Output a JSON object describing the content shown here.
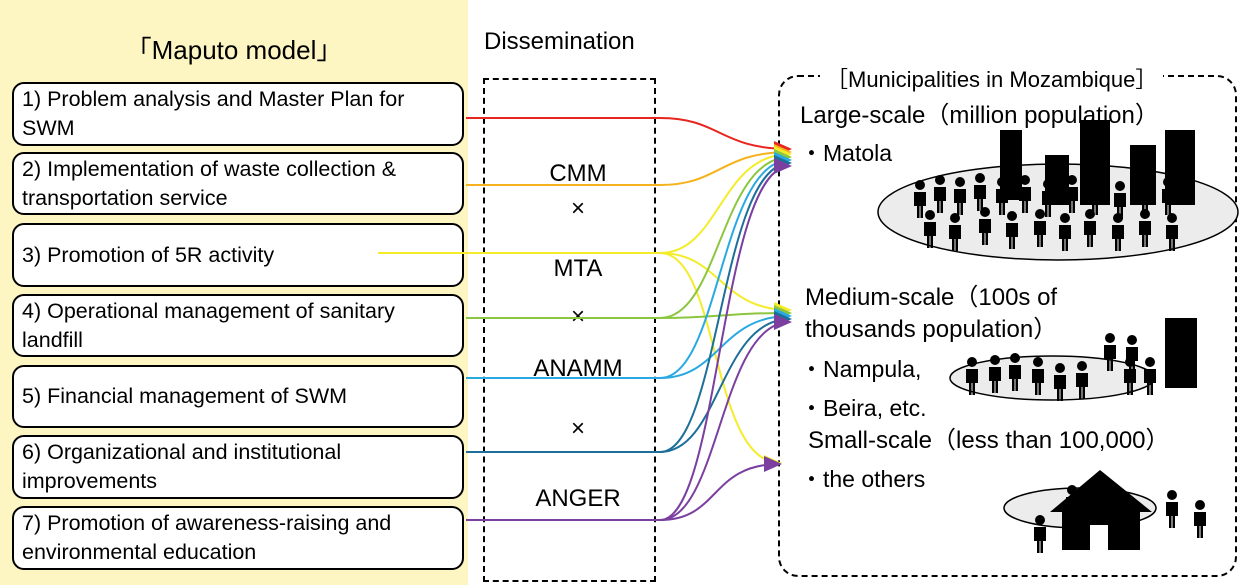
{
  "maputo_model": {
    "title": "「Maputo model」",
    "items": [
      {
        "label": "1) Problem analysis and Master Plan for SWM",
        "color": "#e8251e"
      },
      {
        "label": "2) Implementation of waste collection & transportation service",
        "color": "#f5b21c"
      },
      {
        "label": "3) Promotion of 5R activity",
        "color": "#f4ec2a"
      },
      {
        "label": "4) Operational management of sanitary landfill",
        "color": "#8cc63f"
      },
      {
        "label": "5) Financial management of SWM",
        "color": "#29a9e1"
      },
      {
        "label": "6) Organizational and institutional improvements",
        "color": "#1d6f9a"
      },
      {
        "label": "7) Promotion of awareness-raising and environmental education",
        "color": "#7b3fa0"
      }
    ]
  },
  "dissemination": {
    "title": "Dissemination",
    "orgs": [
      "CMM",
      "×",
      "MTA",
      "×",
      "ANAMM",
      "×",
      "ANGER"
    ]
  },
  "municipalities": {
    "title": "［Municipalities in Mozambique］",
    "large": {
      "label": "Large-scale（million population）",
      "cities": "・Matola"
    },
    "medium": {
      "label_line1": "Medium-scale（100s of",
      "label_line2": "thousands population）",
      "city1": "・Nampula,",
      "city2": "・Beira, etc."
    },
    "small": {
      "label": "Small-scale（less than 100,000）",
      "cities": "・the others"
    }
  },
  "icons": [
    "people-crowd-icon",
    "building-icon",
    "house-icon"
  ]
}
